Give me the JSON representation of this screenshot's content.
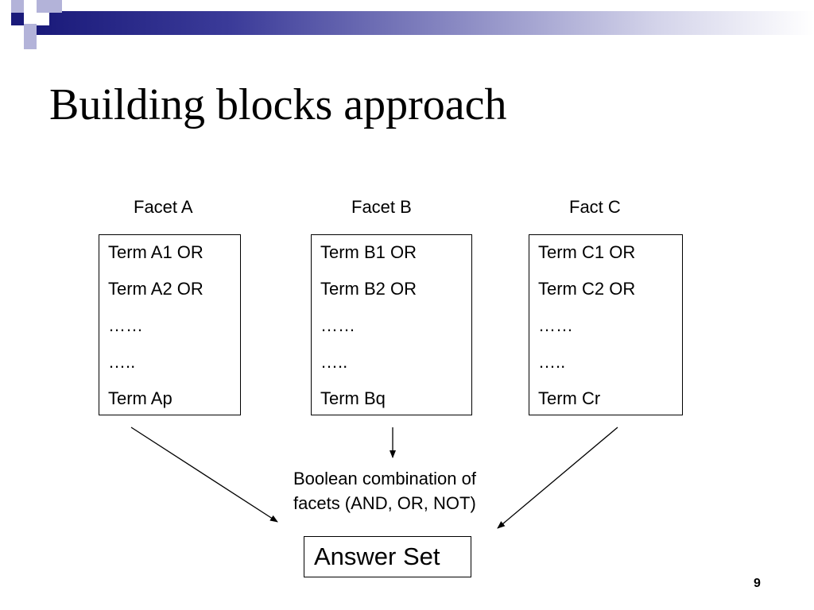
{
  "slide": {
    "title": "Building blocks approach",
    "page_number": "9"
  },
  "colors": {
    "header_dark": "#1a1a7a",
    "header_mid": "#8c8cc4",
    "square_dark": "#1a1a7a",
    "square_light": "#b3b3d9"
  },
  "facets": [
    {
      "label": "Facet A",
      "terms": [
        "Term A1 OR",
        "Term A2 OR",
        "……",
        "…..",
        "Term Ap"
      ]
    },
    {
      "label": "Facet B",
      "terms": [
        "Term B1 OR",
        "Term B2 OR",
        "……",
        "…..",
        "Term Bq"
      ]
    },
    {
      "label": "Fact C",
      "terms": [
        "Term C1 OR",
        "Term C2 OR",
        "……",
        "…..",
        "Term Cr"
      ]
    }
  ],
  "combination": {
    "line1": "Boolean combination of",
    "line2": "facets (AND, OR, NOT)"
  },
  "answer": {
    "label": "Answer Set"
  }
}
